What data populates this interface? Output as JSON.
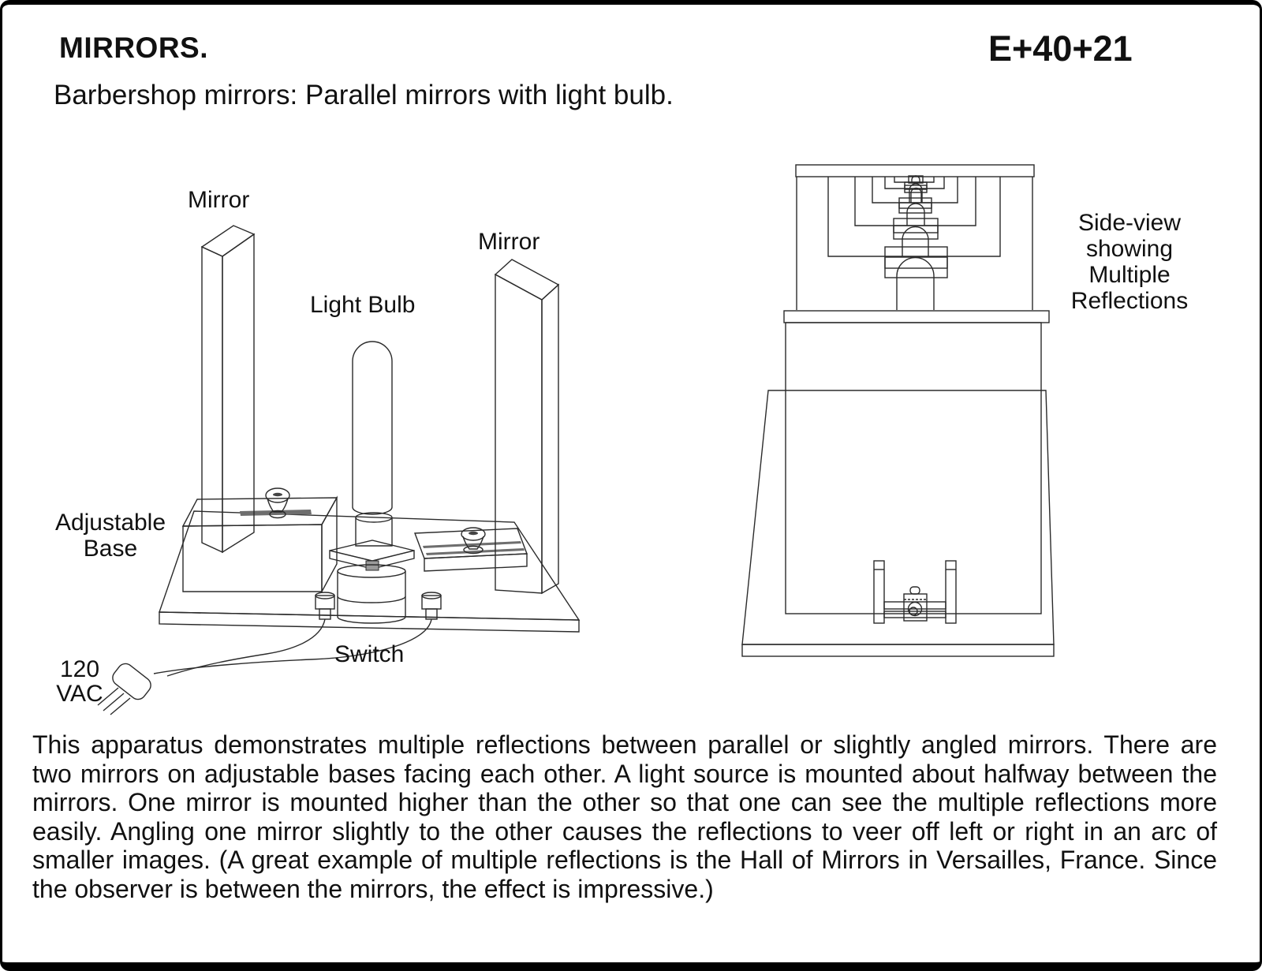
{
  "header": {
    "title": "MIRRORS.",
    "code": "E+40+21",
    "subtitle": "Barbershop mirrors: Parallel mirrors with light bulb."
  },
  "apparatus_view": {
    "labels": {
      "mirror_left": "Mirror",
      "mirror_right": "Mirror",
      "light_bulb": "Light Bulb",
      "adjustable_base": [
        "Adjustable",
        "Base"
      ],
      "power": [
        "120",
        "VAC"
      ],
      "switch": "Switch"
    }
  },
  "side_view": {
    "caption": [
      "Side-view",
      "showing",
      "Multiple",
      "Reflections"
    ]
  },
  "description": "This apparatus demonstrates multiple reflections between parallel or slightly angled mirrors. There are two mirrors on adjustable bases facing each other.  A light source is mounted about halfway between the mirrors. One mirror is mounted higher than the other so that one can see the multiple reflections more easily. Angling one mirror slightly to the other causes the reflections to veer off left or right in an arc of smaller images. (A great example of multiple reflections is the Hall of Mirrors in Versailles, France. Since the observer is between the mirrors, the effect is impressive.)",
  "colors": {
    "line": "#2b2b2b",
    "fill_light_gray": "#e7e7e7",
    "fill_plate_gray": "#d8d8d8",
    "fill_panel_gray": "#f1f1f1",
    "background": "#ffffff"
  }
}
